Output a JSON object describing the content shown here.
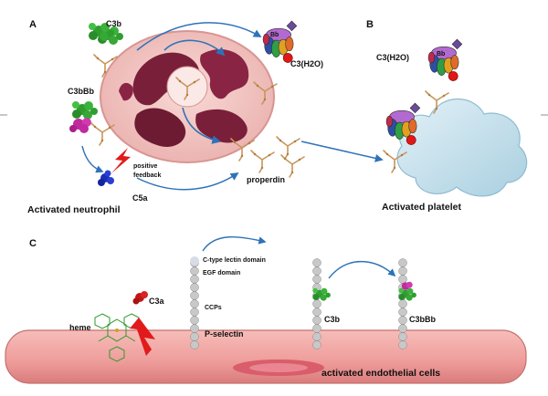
{
  "panels": {
    "a": "A",
    "b": "B",
    "c": "C"
  },
  "panel_a": {
    "c3b": "C3b",
    "c3bbb": "C3bBb",
    "c3h2o": "C3(H2O)",
    "bb": "Bb",
    "positive": "positive",
    "feedback": "feedback",
    "c5a": "C5a",
    "properdin": "properdin",
    "caption": "Activated neutrophil"
  },
  "panel_b": {
    "c3h2o": "C3(H2O)",
    "bb": "Bb",
    "caption": "Activated platelet"
  },
  "panel_c": {
    "ctype_lectin": "C-type lectin domain",
    "egf": "EGF domain",
    "ccps": "CCPs",
    "c3a": "C3a",
    "heme": "heme",
    "pselectin": "P-selectin",
    "c3b": "C3b",
    "c3bbb": "C3bBb",
    "caption": "activated endothelial cells"
  },
  "colors": {
    "neutrophil_fill": "#f3c2c0",
    "nucleus": "#7a1f3a",
    "platelet": "#c9e3ee",
    "endothelium": "#f1a6a4",
    "c3b_green": "#2f9e2f",
    "bb_magenta": "#c02a9e",
    "arrow_blue": "#2e73b8",
    "properdin": "#c8955a"
  },
  "icons": [
    "c3b-protein-icon",
    "bb-protein-icon",
    "lightning-bolt-icon",
    "c5a-protein-icon",
    "heme-molecule-icon",
    "pselectin-icon"
  ]
}
